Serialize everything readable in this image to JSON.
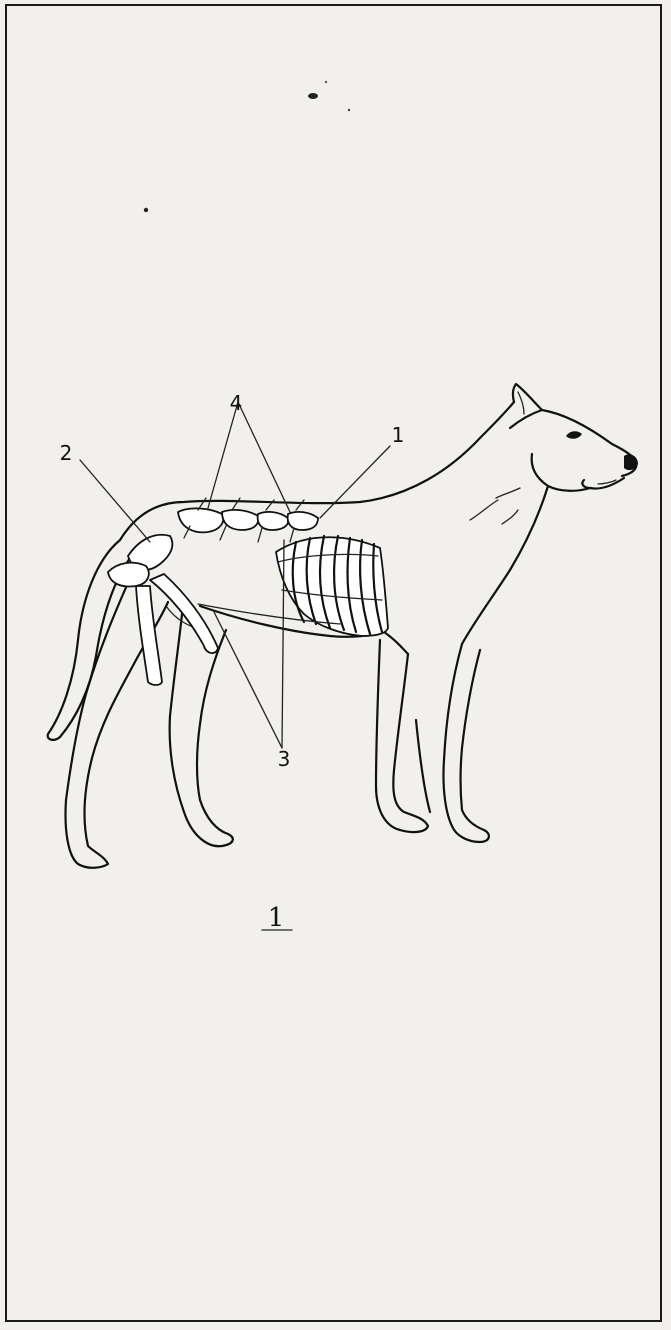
{
  "plate": {
    "figure_number": "1",
    "labels": {
      "ribs": "1",
      "pelvis": "2",
      "abdomen": "3",
      "vertebrae": "4"
    }
  }
}
